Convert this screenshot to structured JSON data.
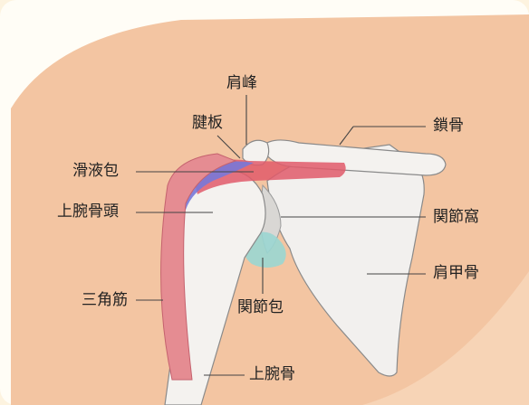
{
  "labels": {
    "acromion": "肩峰",
    "tendon_plate": "腱板",
    "bursa": "滑液包",
    "humeral_head": "上腕骨頭",
    "deltoid": "三角筋",
    "clavicle": "鎖骨",
    "glenoid": "関節窩",
    "scapula": "肩甲骨",
    "joint_capsule": "関節包",
    "humerus": "上腕骨"
  },
  "colors": {
    "background": "#fdf3df",
    "skin": "#f3c5a2",
    "bone": "#f3f1ee",
    "muscle": "#e58c92",
    "bursa": "#7878d8",
    "capsule": "#9ad6d2"
  }
}
